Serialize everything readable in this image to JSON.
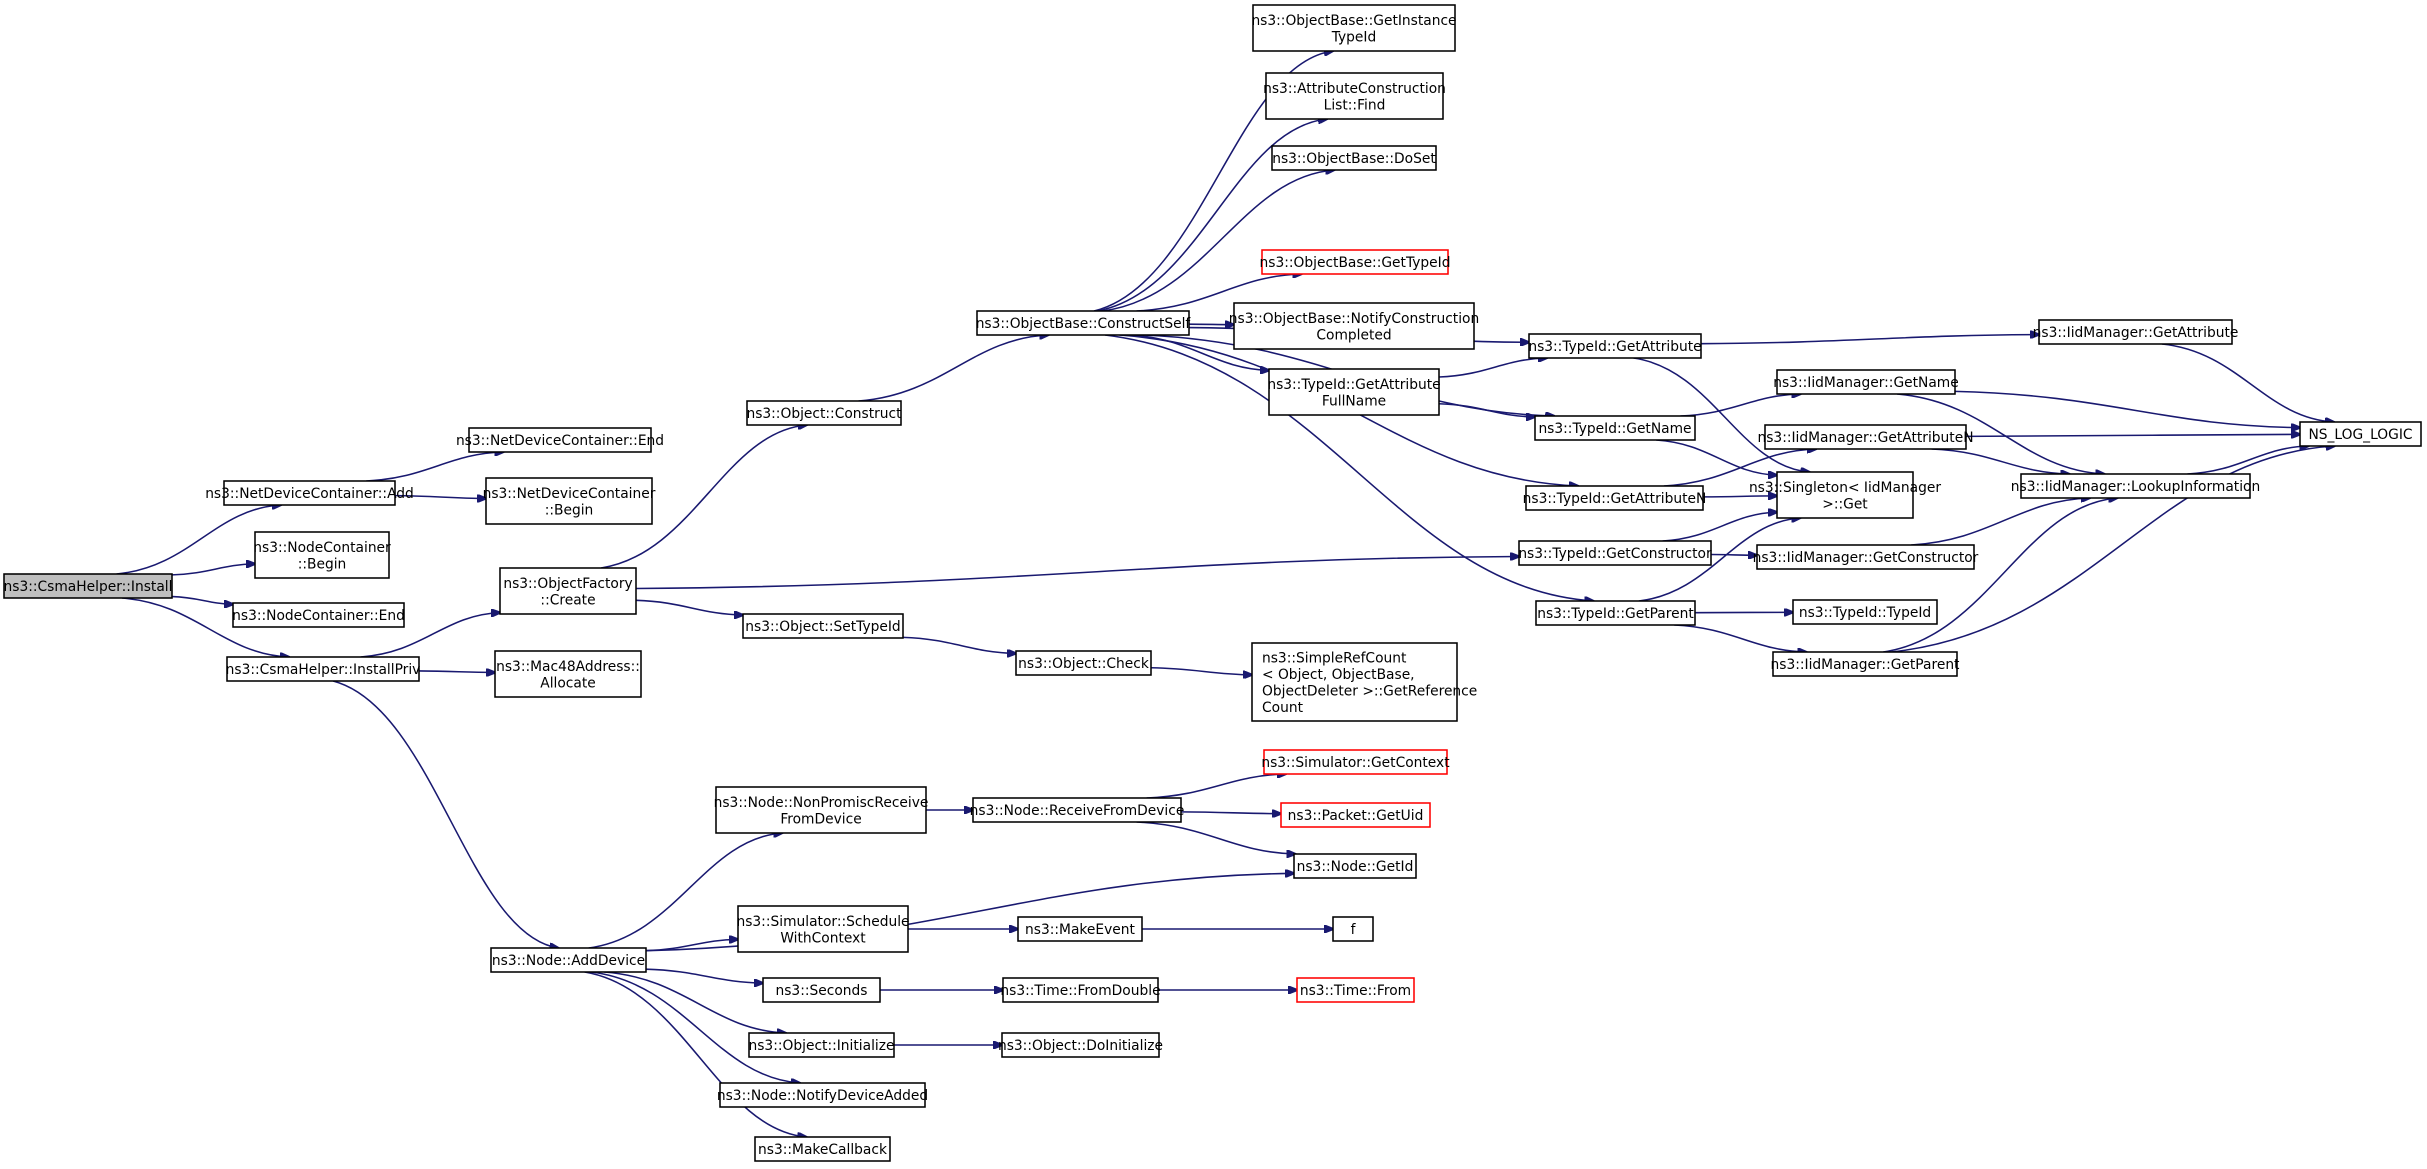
{
  "nodes": [
    {
      "id": "install",
      "label": [
        "ns3::CsmaHelper::Install"
      ],
      "style": "root"
    },
    {
      "id": "ndc_add",
      "label": [
        "ns3::NetDeviceContainer::Add"
      ]
    },
    {
      "id": "nc_begin",
      "label": [
        "ns3::NodeContainer",
        "::Begin"
      ]
    },
    {
      "id": "nc_end",
      "label": [
        "ns3::NodeContainer::End"
      ]
    },
    {
      "id": "install_priv",
      "label": [
        "ns3::CsmaHelper::InstallPriv"
      ]
    },
    {
      "id": "ndc_end",
      "label": [
        "ns3::NetDeviceContainer::End"
      ]
    },
    {
      "id": "ndc_begin",
      "label": [
        "ns3::NetDeviceContainer",
        "::Begin"
      ]
    },
    {
      "id": "of_create",
      "label": [
        "ns3::ObjectFactory",
        "::Create"
      ]
    },
    {
      "id": "mac48",
      "label": [
        "ns3::Mac48Address::",
        "Allocate"
      ]
    },
    {
      "id": "node_adddevice",
      "label": [
        "ns3::Node::AddDevice"
      ]
    },
    {
      "id": "obj_construct",
      "label": [
        "ns3::Object::Construct"
      ]
    },
    {
      "id": "obj_settypeid",
      "label": [
        "ns3::Object::SetTypeId"
      ]
    },
    {
      "id": "obj_check",
      "label": [
        "ns3::Object::Check"
      ]
    },
    {
      "id": "simplerefcount",
      "label": [
        "ns3::SimpleRefCount",
        "< Object, ObjectBase,",
        "ObjectDeleter >::GetReference",
        "Count"
      ]
    },
    {
      "id": "ob_constructself",
      "label": [
        "ns3::ObjectBase::ConstructSelf"
      ]
    },
    {
      "id": "ob_getinstance",
      "label": [
        "ns3::ObjectBase::GetInstance",
        "TypeId"
      ]
    },
    {
      "id": "acl_find",
      "label": [
        "ns3::AttributeConstruction",
        "List::Find"
      ]
    },
    {
      "id": "ob_doset",
      "label": [
        "ns3::ObjectBase::DoSet"
      ]
    },
    {
      "id": "ob_gettypeid",
      "label": [
        "ns3::ObjectBase::GetTypeId"
      ],
      "style": "red"
    },
    {
      "id": "ob_notify",
      "label": [
        "ns3::ObjectBase::NotifyConstruction",
        "Completed"
      ]
    },
    {
      "id": "tid_getattrfullname",
      "label": [
        "ns3::TypeId::GetAttribute",
        "FullName"
      ]
    },
    {
      "id": "tid_getattribute",
      "label": [
        "ns3::TypeId::GetAttribute"
      ]
    },
    {
      "id": "tid_getname",
      "label": [
        "ns3::TypeId::GetName"
      ]
    },
    {
      "id": "tid_getattributen",
      "label": [
        "ns3::TypeId::GetAttributeN"
      ]
    },
    {
      "id": "tid_getconstructor",
      "label": [
        "ns3::TypeId::GetConstructor"
      ]
    },
    {
      "id": "tid_getparent",
      "label": [
        "ns3::TypeId::GetParent"
      ]
    },
    {
      "id": "singleton_get",
      "label": [
        "ns3::Singleton< IidManager",
        ">::Get"
      ]
    },
    {
      "id": "iid_getattribute",
      "label": [
        "ns3::IidManager::GetAttribute"
      ]
    },
    {
      "id": "iid_getname",
      "label": [
        "ns3::IidManager::GetName"
      ]
    },
    {
      "id": "iid_getattributen",
      "label": [
        "ns3::IidManager::GetAttributeN"
      ]
    },
    {
      "id": "iid_getconstructor",
      "label": [
        "ns3::IidManager::GetConstructor"
      ]
    },
    {
      "id": "tid_typeid",
      "label": [
        "ns3::TypeId::TypeId"
      ]
    },
    {
      "id": "iid_getparent",
      "label": [
        "ns3::IidManager::GetParent"
      ]
    },
    {
      "id": "iid_lookup",
      "label": [
        "ns3::IidManager::LookupInformation"
      ]
    },
    {
      "id": "ns_log_logic",
      "label": [
        "NS_LOG_LOGIC"
      ]
    },
    {
      "id": "node_nonpromisc",
      "label": [
        "ns3::Node::NonPromiscReceive",
        "FromDevice"
      ]
    },
    {
      "id": "node_receive",
      "label": [
        "ns3::Node::ReceiveFromDevice"
      ]
    },
    {
      "id": "sim_getcontext",
      "label": [
        "ns3::Simulator::GetContext"
      ],
      "style": "red"
    },
    {
      "id": "packet_getuid",
      "label": [
        "ns3::Packet::GetUid"
      ],
      "style": "red"
    },
    {
      "id": "node_getid",
      "label": [
        "ns3::Node::GetId"
      ]
    },
    {
      "id": "sim_schedule",
      "label": [
        "ns3::Simulator::Schedule",
        "WithContext"
      ]
    },
    {
      "id": "makeevent",
      "label": [
        "ns3::MakeEvent"
      ]
    },
    {
      "id": "f",
      "label": [
        "f"
      ]
    },
    {
      "id": "seconds",
      "label": [
        "ns3::Seconds"
      ]
    },
    {
      "id": "time_fromdouble",
      "label": [
        "ns3::Time::FromDouble"
      ]
    },
    {
      "id": "time_from",
      "label": [
        "ns3::Time::From"
      ],
      "style": "red"
    },
    {
      "id": "obj_initialize",
      "label": [
        "ns3::Object::Initialize"
      ]
    },
    {
      "id": "obj_doinitialize",
      "label": [
        "ns3::Object::DoInitialize"
      ]
    },
    {
      "id": "node_notify",
      "label": [
        "ns3::Node::NotifyDeviceAdded"
      ]
    },
    {
      "id": "makecallback",
      "label": [
        "ns3::MakeCallback"
      ]
    }
  ],
  "edges": [
    [
      "install",
      "ndc_add"
    ],
    [
      "install",
      "nc_begin"
    ],
    [
      "install",
      "nc_end"
    ],
    [
      "install",
      "install_priv"
    ],
    [
      "ndc_add",
      "ndc_end"
    ],
    [
      "ndc_add",
      "ndc_begin"
    ],
    [
      "install_priv",
      "of_create"
    ],
    [
      "install_priv",
      "mac48"
    ],
    [
      "install_priv",
      "node_adddevice"
    ],
    [
      "of_create",
      "obj_construct"
    ],
    [
      "of_create",
      "obj_settypeid"
    ],
    [
      "of_create",
      "tid_getconstructor"
    ],
    [
      "obj_construct",
      "ob_constructself"
    ],
    [
      "obj_settypeid",
      "obj_check"
    ],
    [
      "obj_check",
      "simplerefcount"
    ],
    [
      "ob_constructself",
      "ob_getinstance"
    ],
    [
      "ob_constructself",
      "acl_find"
    ],
    [
      "ob_constructself",
      "ob_doset"
    ],
    [
      "ob_constructself",
      "tid_getattribute"
    ],
    [
      "ob_constructself",
      "ob_gettypeid"
    ],
    [
      "ob_constructself",
      "ob_notify"
    ],
    [
      "ob_constructself",
      "tid_getattrfullname"
    ],
    [
      "ob_constructself",
      "tid_getname"
    ],
    [
      "ob_constructself",
      "tid_getattributen"
    ],
    [
      "ob_constructself",
      "tid_getparent"
    ],
    [
      "tid_getattrfullname",
      "tid_getattribute"
    ],
    [
      "tid_getattrfullname",
      "tid_getname"
    ],
    [
      "tid_getattribute",
      "iid_getattribute"
    ],
    [
      "tid_getattribute",
      "singleton_get"
    ],
    [
      "tid_getname",
      "iid_getname"
    ],
    [
      "tid_getname",
      "singleton_get"
    ],
    [
      "tid_getattributen",
      "iid_getattributen"
    ],
    [
      "tid_getattributen",
      "singleton_get"
    ],
    [
      "tid_getconstructor",
      "singleton_get"
    ],
    [
      "tid_getconstructor",
      "iid_getconstructor"
    ],
    [
      "tid_getparent",
      "singleton_get"
    ],
    [
      "tid_getparent",
      "tid_typeid"
    ],
    [
      "tid_getparent",
      "iid_getparent"
    ],
    [
      "iid_getattribute",
      "ns_log_logic"
    ],
    [
      "iid_getname",
      "ns_log_logic"
    ],
    [
      "iid_getname",
      "iid_lookup"
    ],
    [
      "iid_getattributen",
      "ns_log_logic"
    ],
    [
      "iid_getattributen",
      "iid_lookup"
    ],
    [
      "iid_getconstructor",
      "iid_lookup"
    ],
    [
      "iid_getparent",
      "iid_lookup"
    ],
    [
      "iid_getparent",
      "ns_log_logic"
    ],
    [
      "iid_lookup",
      "ns_log_logic"
    ],
    [
      "node_adddevice",
      "node_nonpromisc"
    ],
    [
      "node_adddevice",
      "node_getid"
    ],
    [
      "node_adddevice",
      "sim_schedule"
    ],
    [
      "node_adddevice",
      "seconds"
    ],
    [
      "node_adddevice",
      "obj_initialize"
    ],
    [
      "node_adddevice",
      "node_notify"
    ],
    [
      "node_adddevice",
      "makecallback"
    ],
    [
      "node_nonpromisc",
      "node_receive"
    ],
    [
      "node_receive",
      "sim_getcontext"
    ],
    [
      "node_receive",
      "packet_getuid"
    ],
    [
      "node_receive",
      "node_getid"
    ],
    [
      "sim_schedule",
      "makeevent"
    ],
    [
      "makeevent",
      "f"
    ],
    [
      "seconds",
      "time_fromdouble"
    ],
    [
      "time_fromdouble",
      "time_from"
    ],
    [
      "obj_initialize",
      "obj_doinitialize"
    ]
  ]
}
